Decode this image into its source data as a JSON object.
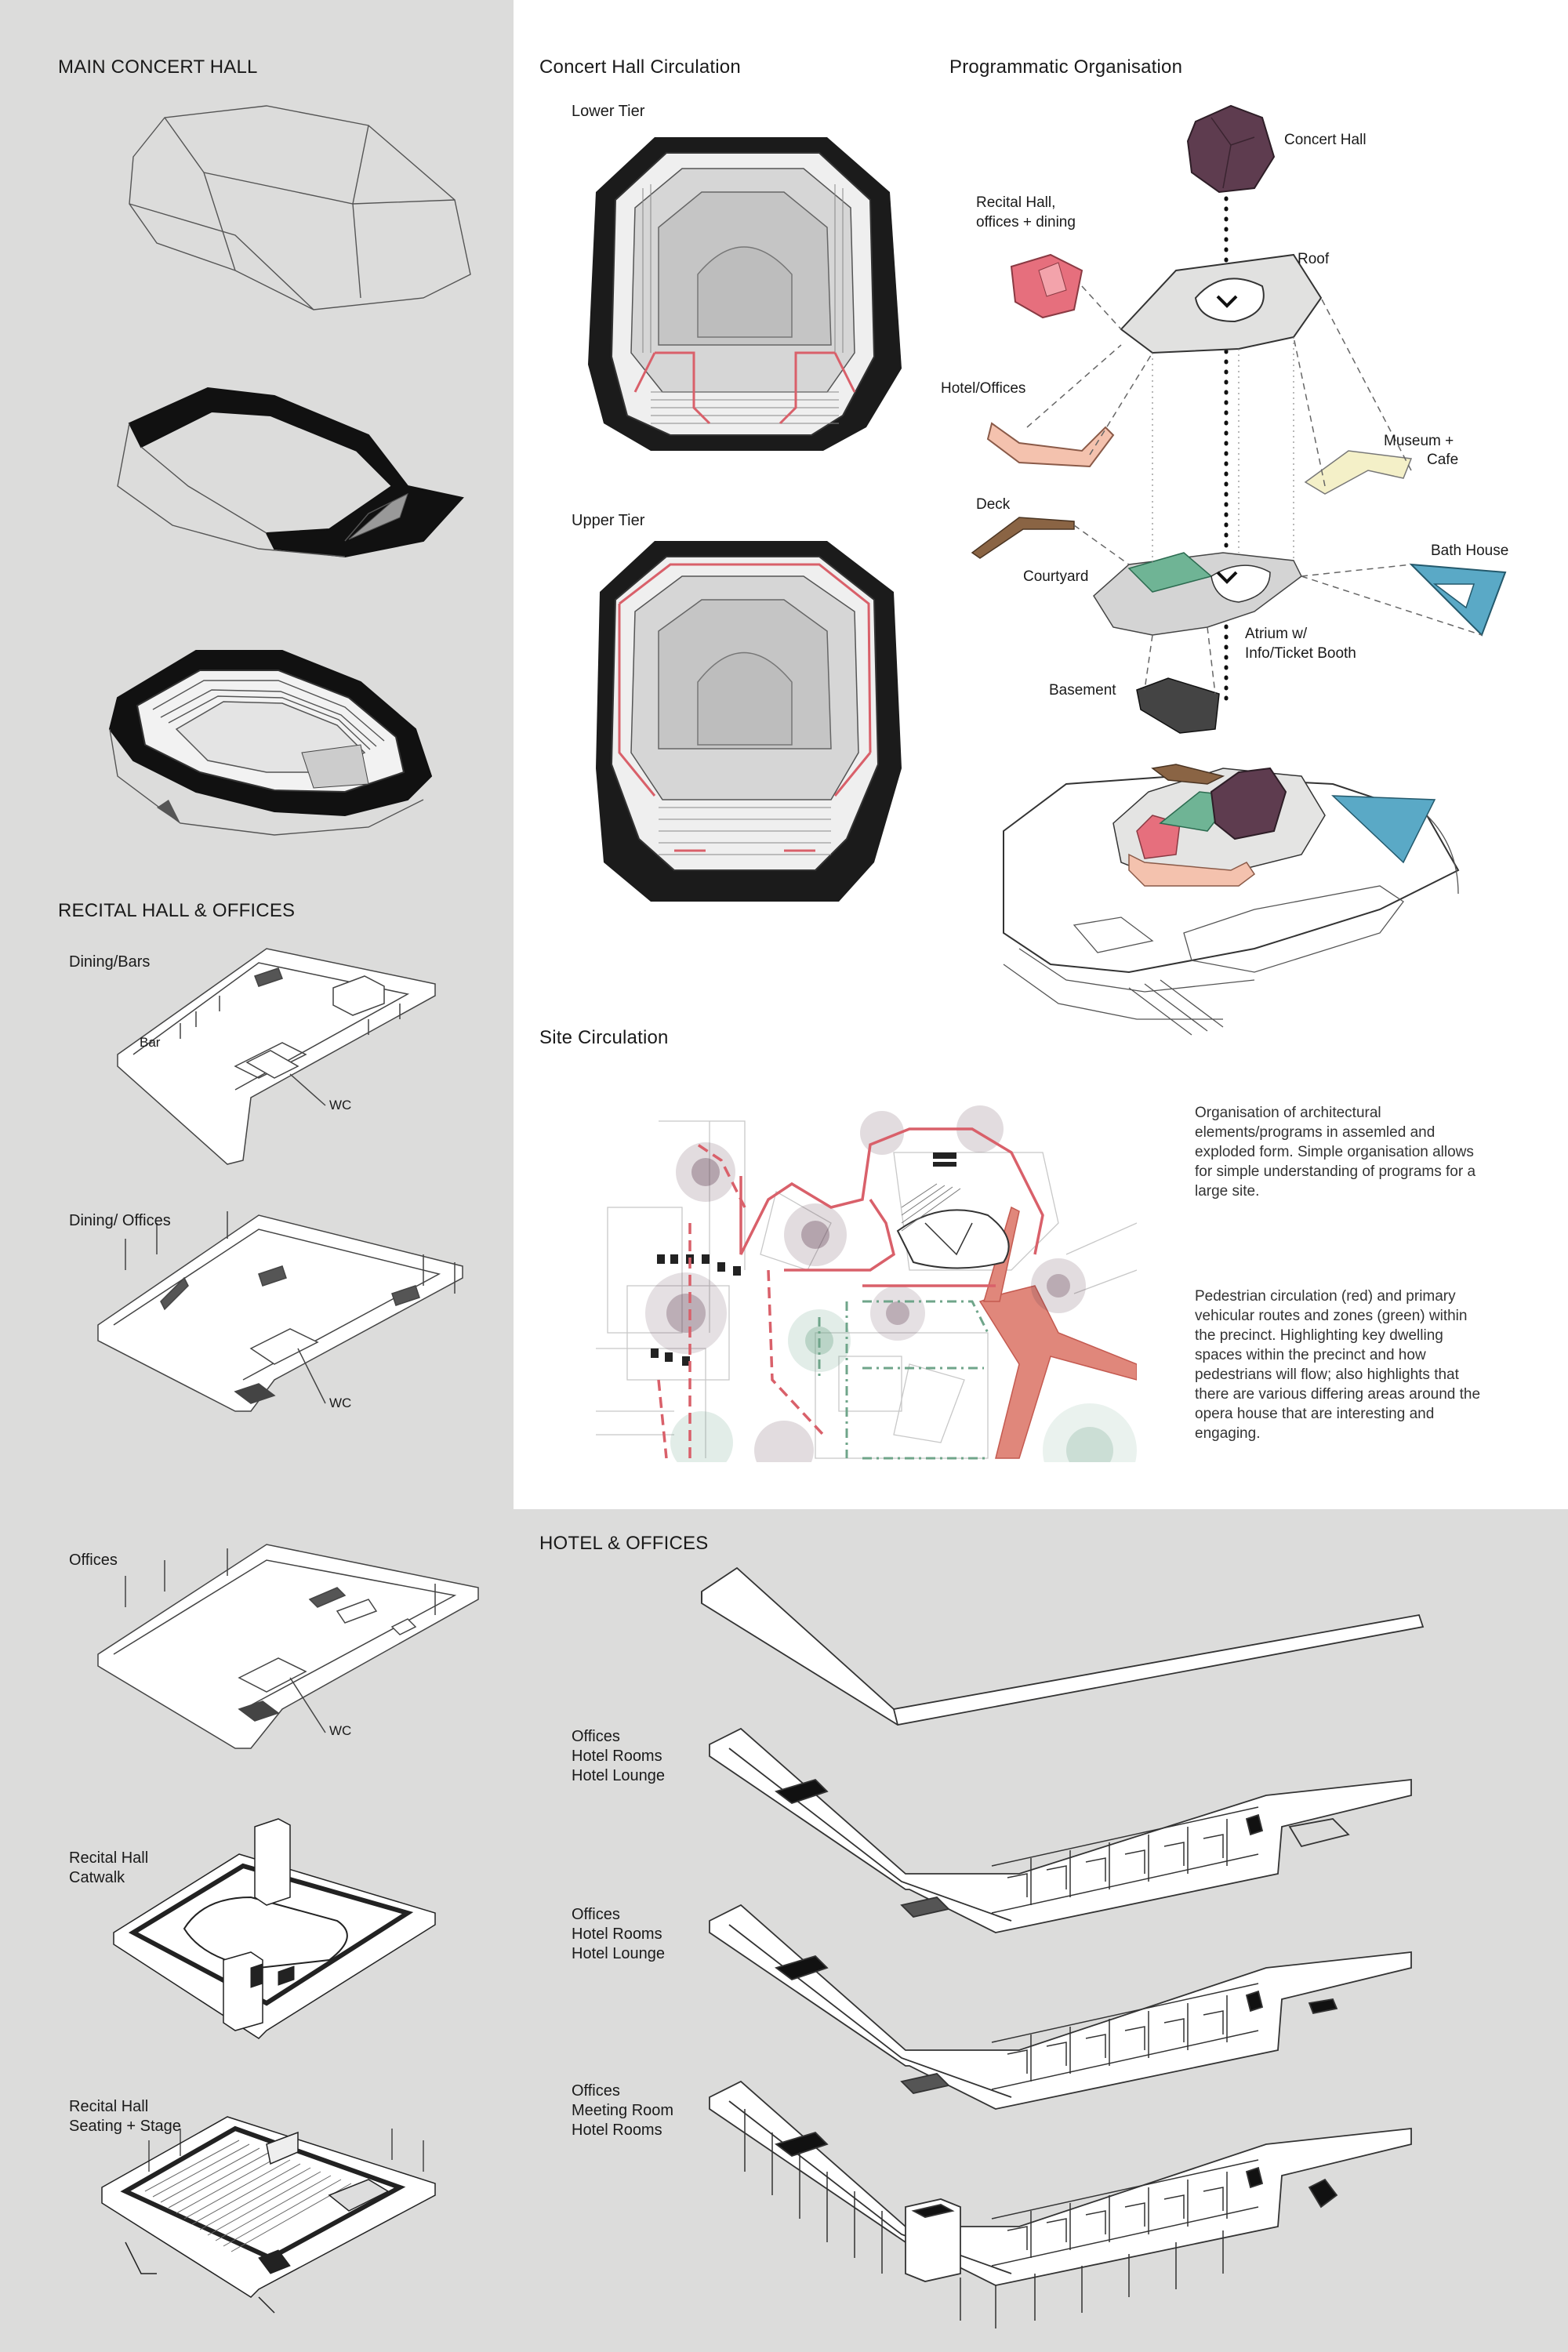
{
  "sections": {
    "main_concert_hall": "MAIN CONCERT HALL",
    "concert_hall_circulation": "Concert Hall Circulation",
    "programmatic_organisation": "Programmatic Organisation",
    "recital_hall_offices": "RECITAL HALL & OFFICES",
    "site_circulation": "Site Circulation",
    "hotel_offices": "HOTEL & OFFICES"
  },
  "circulation": {
    "lower_tier": "Lower Tier",
    "upper_tier": "Upper Tier"
  },
  "program_labels": {
    "concert_hall": "Concert Hall",
    "recital_hall_l1": "Recital Hall,",
    "recital_hall_l2": "offices + dining",
    "roof": "Roof",
    "hotel_offices": "Hotel/Offices",
    "museum_l1": "Museum +",
    "museum_l2": "Cafe",
    "deck": "Deck",
    "bath_house": "Bath House",
    "courtyard": "Courtyard",
    "atrium_l1": "Atrium w/",
    "atrium_l2": "Info/Ticket Booth",
    "basement": "Basement"
  },
  "recital_labels": {
    "dining_bars": "Dining/Bars",
    "bar": "Bar",
    "wc1": "WC",
    "dining_offices": "Dining/ Offices",
    "wc2": "WC",
    "offices": "Offices",
    "wc3": "WC",
    "recital_catwalk_l1": "Recital Hall",
    "recital_catwalk_l2": "Catwalk",
    "recital_seating_l1": "Recital Hall",
    "recital_seating_l2": "Seating + Stage"
  },
  "hotel_labels": {
    "level1": [
      "Offices",
      "Hotel Rooms",
      "Hotel Lounge"
    ],
    "level2": [
      "Offices",
      "Hotel Rooms",
      "Hotel Lounge"
    ],
    "level3": [
      "Offices",
      "Meeting Room",
      "Hotel Rooms"
    ]
  },
  "descriptions": {
    "organisation": "Organisation of architectural elements/programs in assemled and exploded form. Simple organisation allows for simple understanding of programs for a large site.",
    "pedestrian": "Pedestrian circulation (red) and primary vehicular routes and zones (green) within the precinct. Highlighting key dwelling spaces within the precinct and how pedestrians will flow; also highlights that there are various differing areas around the opera house that are interesting and engaging."
  },
  "colors": {
    "background": "#dcdcdb",
    "panel": "#ffffff",
    "concert_hall": "#5e3c4f",
    "recital_hall": "#e66f7d",
    "hotel": "#f4c2ae",
    "museum": "#f4f0c8",
    "deck": "#8a6444",
    "bath_house": "#5aa9c6",
    "courtyard": "#6fb495",
    "pedestrian": "#d9606a",
    "vehicular": "#6fa58a"
  }
}
